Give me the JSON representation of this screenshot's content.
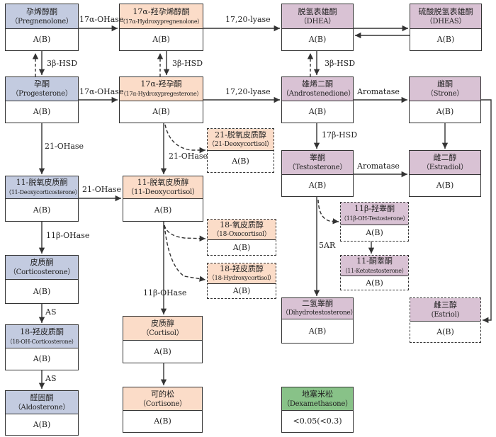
{
  "colors": {
    "mineralocorticoid": "#c3cbe0",
    "glucocorticoid": "#fbdcc8",
    "androgen_estrogen": "#d9c2d4",
    "synthetic": "#88c288",
    "line": "#333333"
  },
  "nodes": {
    "pregnenolone": {
      "cn": "孕烯醇酮",
      "en": "（Pregnenolone）",
      "value": "A(B)"
    },
    "hydroxypregnenolone": {
      "cn": "17α-羟孕烯醇酮",
      "en": "（17α-Hydroxypregnenolone）",
      "value": "A(B)"
    },
    "dhea": {
      "cn": "脱氢表雄酮",
      "en": "（DHEA）",
      "value": "A(B)"
    },
    "dheas": {
      "cn": "硫酸脱氢表雄酮",
      "en": "（DHEAS）",
      "value": "A(B)"
    },
    "progesterone": {
      "cn": "孕酮",
      "en": "（Progesterone）",
      "value": "A(B)"
    },
    "hydroxyprogesterone": {
      "cn": "17α-羟孕酮",
      "en": "（17α-Hydroxypregesterone）",
      "value": "A(B)"
    },
    "androstenedione": {
      "cn": "雄烯二酮",
      "en": "（Androstenedione）",
      "value": "A(B)"
    },
    "strone": {
      "cn": "雌酮",
      "en": "（Strone）",
      "value": "A(B)"
    },
    "deoxycortisol21": {
      "cn": "21-脱氧皮质醇",
      "en": "（21-Deoxycortisol）",
      "value": "A(B)"
    },
    "testosterone": {
      "cn": "睾酮",
      "en": "（Testosterone）",
      "value": "A(B)"
    },
    "estradiol": {
      "cn": "雌二醇",
      "en": "（Estradiol）",
      "value": "A(B)"
    },
    "deoxycorticosterone": {
      "cn": "11-脱氧皮质酮",
      "en": "（11-Deoxycorticosterone）",
      "value": "A(B)"
    },
    "deoxycortisol11": {
      "cn": "11-脱氧皮质醇",
      "en": "（11-Deoxycortisol）",
      "value": "A(B)"
    },
    "oxocortisol": {
      "cn": "18-氧皮质醇",
      "en": "（18-Oxocortisol）",
      "value": "A(B)"
    },
    "hydroxycortisol": {
      "cn": "18-羟皮质醇",
      "en": "（18-Hydroxycortisol）",
      "value": "A(B)"
    },
    "ohtestosterone": {
      "cn": "11β-羟睾酮",
      "en": "（11β-OH-Testosterone）",
      "value": "A(B)"
    },
    "ketotestosterone": {
      "cn": "11-酮睾酮",
      "en": "（11-Ketotestosterone）",
      "value": "A(B)"
    },
    "corticosterone": {
      "cn": "皮质酮",
      "en": "（Corticosterone）",
      "value": "A(B)"
    },
    "dihydrotestosterone": {
      "cn": "二氢睾酮",
      "en": "（Dihydrotestosterone）",
      "value": "A(B)"
    },
    "estriol": {
      "cn": "雌三醇",
      "en": "(Estriol)",
      "value": "A(B)"
    },
    "ohcorticosterone": {
      "cn": "18-羟皮质酮",
      "en": "（18-OH-Corticosterone）",
      "value": "A(B)"
    },
    "cortisol": {
      "cn": "皮质醇",
      "en": "（Cortisol）",
      "value": "A(B)"
    },
    "aldosterone": {
      "cn": "醛固酮",
      "en": "（Aldosterone）",
      "value": "A(B)"
    },
    "cortisone": {
      "cn": "可的松",
      "en": "（Cortisone）",
      "value": "A(B)"
    },
    "dexamethasone": {
      "cn": "地塞米松",
      "en": "（Dexamethasone）",
      "value": "<0.05(<0.3)"
    }
  },
  "edge_labels": {
    "ohase17_top": "17α-OHase",
    "lyase_top": "17,20-lyase",
    "hsd3_left": "3β-HSD",
    "hsd3_mid": "3β-HSD",
    "hsd3_right": "3β-HSD",
    "ohase17_mid": "17α-OHase",
    "lyase_mid": "17,20-lyase",
    "aromatase_1": "Aromatase",
    "ohase21_left": "21-OHase",
    "ohase21_mid": "21-OHase",
    "hsd17": "17β-HSD",
    "aromatase_2": "Aromatase",
    "ohase21_cross": "21-OHase",
    "ohase11_left": "11β-OHase",
    "ar5": "5AR",
    "ohase11_mid": "11β-OHase",
    "as_1": "AS",
    "as_2": "AS"
  }
}
